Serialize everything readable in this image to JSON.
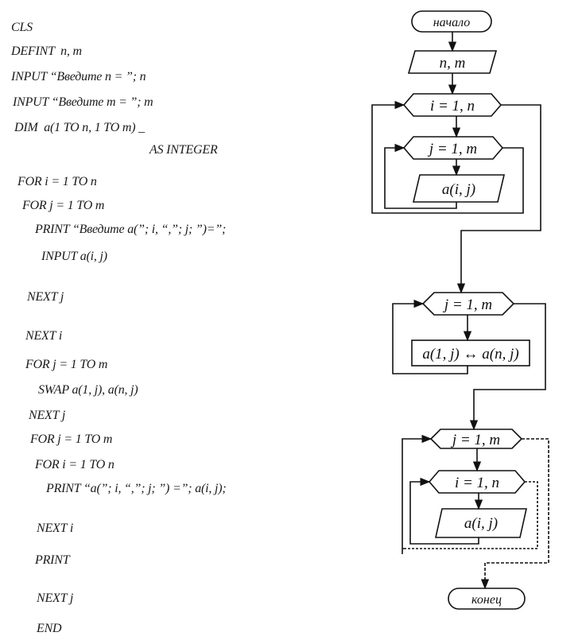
{
  "program": {
    "lines": [
      "CLS",
      "DEFINT  n, m",
      "INPUT “Введите n = ”; n",
      "INPUT “Введите m = ”; m",
      "DIM  a(1 TO n, 1 TO m) _",
      "AS INTEGER",
      "FOR i = 1 TO n",
      "FOR j = 1 TO m",
      "PRINT “Введите a(”; i, “,”; j; ”)=”;",
      "INPUT a(i, j)",
      "NEXT j",
      "NEXT i",
      "FOR j = 1 TO m",
      "SWAP a(1, j), a(n, j)",
      "NEXT j",
      "FOR j = 1 TO m",
      "FOR i = 1 TO n",
      "PRINT “a(”; i, “,”; j; ”) =”; a(i, j);",
      "NEXT i",
      "PRINT",
      "NEXT j",
      "END"
    ]
  },
  "flowchart": {
    "start_label": "начало",
    "input_label": "n, m",
    "loop1_outer": "i = 1, n",
    "loop1_inner": "j = 1, m",
    "input_cell": "a(i, j)",
    "loop2": "j = 1, m",
    "swap": "a(1, j) ↔ a(n, j)",
    "loop3_outer": "j = 1, m",
    "loop3_inner": "i = 1, n",
    "output_cell": "a(i, j)",
    "end_label": "конец"
  }
}
